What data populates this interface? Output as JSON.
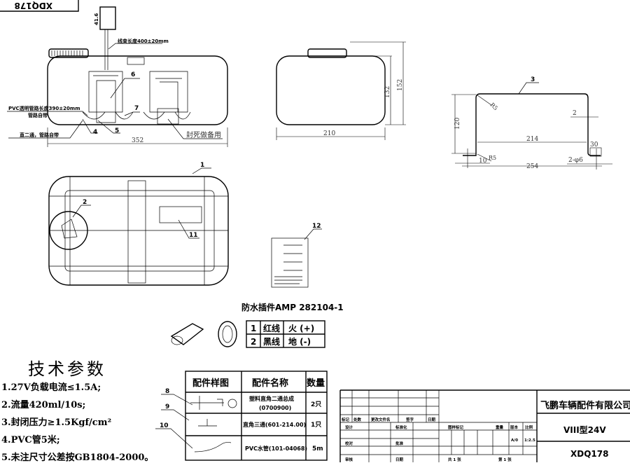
{
  "drawing_number_flipped": "XDQ178",
  "front_view": {
    "harness_label": "线束长度400±20mm",
    "connector_height": "41.6",
    "pvc_label": "PVC透明管路长度390±20mm",
    "pvc_sub": "管路自带",
    "straight_label": "直二通，管路自带",
    "sealed_label": "封死做备用",
    "width_dim": "352",
    "callouts": [
      "4",
      "5",
      "6",
      "7"
    ]
  },
  "side_view": {
    "height_inner": "132",
    "height_outer": "152",
    "width": "210"
  },
  "bracket": {
    "callout": "3",
    "height": "120",
    "radius_top": "R5",
    "radius_bottom": "R5",
    "thickness": "2",
    "inner_width": "214",
    "foot": "30",
    "foot_left": "10",
    "holes": "2-φ6",
    "overall": "254"
  },
  "top_view": {
    "callouts": [
      "1",
      "2",
      "11"
    ]
  },
  "label_card": {
    "callout": "12"
  },
  "connector": {
    "title": "防水插件AMP 282104-1",
    "pins": [
      {
        "no": "1",
        "wire": "红线",
        "func": "火 (+)"
      },
      {
        "no": "2",
        "wire": "黑线",
        "func": "地 (-)"
      }
    ]
  },
  "tech": {
    "title": "技术参数",
    "items": [
      "1.27V负载电流≤1.5A;",
      "2.流量420ml/10s;",
      "3.封闭压力≥1.5Kgf/cm²",
      "4.PVC管5米;",
      "5.未注尺寸公差按GB1804-2000。"
    ]
  },
  "parts_table": {
    "headers": [
      "配件样图",
      "配件名称",
      "数量"
    ],
    "rows": [
      {
        "callout": "8",
        "name": "塑料直角二通总成",
        "code": "(0700900)",
        "qty": "2只"
      },
      {
        "callout": "9",
        "name": "直角三通(601-214.00)",
        "code": "",
        "qty": "1只"
      },
      {
        "callout": "10",
        "name": "PVC水管(101-04068)",
        "code": "",
        "qty": "5m"
      }
    ]
  },
  "title_block": {
    "company": "飞鹏车辆配件有限公司",
    "model": "VIII型24V",
    "drawing_no": "XDQ178",
    "rev_headers": [
      "标记",
      "处数",
      "更改文件名",
      "签字",
      "日期"
    ],
    "roles": [
      "设计",
      "标准化",
      "校对",
      "批准",
      "审核",
      "日期"
    ],
    "info_headers": [
      "图样标记",
      "重量",
      "版本",
      "比例"
    ],
    "version": "A/0",
    "scale": "1:2.5",
    "sheets": "共 1 张",
    "sheet": "第 1 张"
  }
}
